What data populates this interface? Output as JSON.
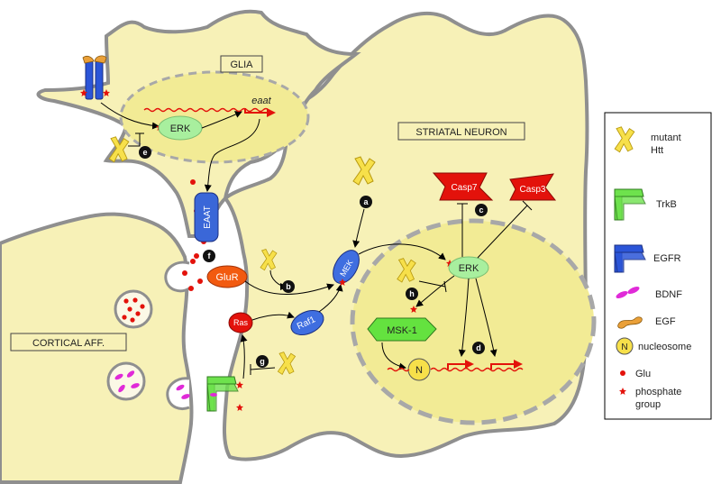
{
  "cells": {
    "glia": "GLIA",
    "striatal": "STRIATAL NEURON",
    "cortical": "CORTICAL AFF."
  },
  "molecules": {
    "erk": "ERK",
    "eaat_gene": "eaat",
    "eaat": "EAAT",
    "glur": "GluR",
    "mek": "MEK",
    "ras": "Ras",
    "raf1": "Raf1",
    "msk1": "MSK-1",
    "casp7": "Casp7",
    "casp3": "Casp3",
    "nucleosome": "N"
  },
  "steps": {
    "a": "a",
    "b": "b",
    "c": "c",
    "d": "d",
    "e": "e",
    "f": "f",
    "g": "g",
    "h": "h"
  },
  "legend": {
    "items": [
      {
        "icon": "mutant-htt-icon",
        "label": "mutant Htt"
      },
      {
        "icon": "trkb-icon",
        "label": "TrkB"
      },
      {
        "icon": "egfr-icon",
        "label": "EGFR"
      },
      {
        "icon": "bdnf-icon",
        "label": "BDNF"
      },
      {
        "icon": "egf-icon",
        "label": "EGF"
      },
      {
        "icon": "nucleosome-icon",
        "label": "nucleosome",
        "symbol": "N"
      },
      {
        "icon": "glu-icon",
        "label": "Glu"
      },
      {
        "icon": "phosphate-icon",
        "label": "phosphate group"
      }
    ]
  },
  "colors": {
    "cell_fill": "#f7f1b7",
    "cell_stroke": "#8f8f8f",
    "nucleus_fill": "#f2eb95",
    "erk": "#a8ef9e",
    "mek": "#3f6ee0",
    "raf1": "#3f6ee0",
    "ras": "#e3120b",
    "glur": "#f25a10",
    "casp": "#e3120b",
    "msk1": "#64e23f",
    "htt": "#f7e04a",
    "trkb": "#6ee24d",
    "egfr": "#2b55d8",
    "bdnf": "#e02ad8",
    "egf": "#eaa038",
    "glu": "#e3120b",
    "phosphate": "#e3120b",
    "dna": "#e3120b"
  }
}
